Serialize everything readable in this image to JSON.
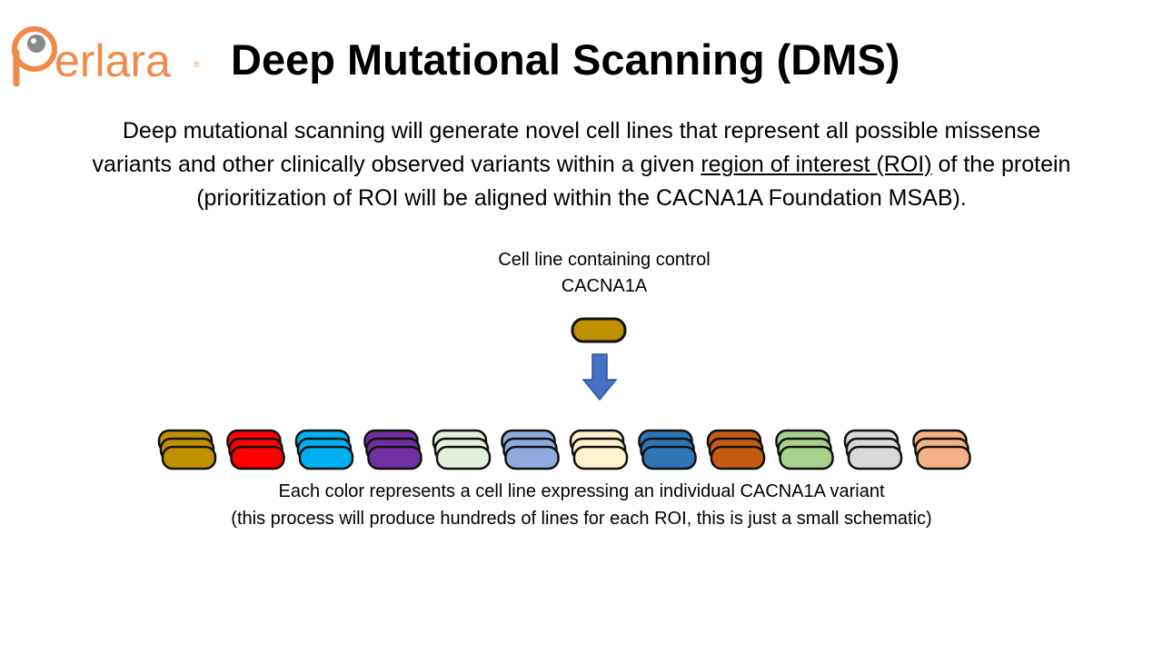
{
  "logo": {
    "text": "erlara",
    "brand_color": "#f08a4b",
    "eye_color": "#8a8a8a"
  },
  "title": "Deep Mutational Scanning (DMS)",
  "intro": {
    "line1": "Deep mutational scanning will generate novel cell lines that represent all possible missense",
    "line2_before": "variants and other clinically observed variants within a given ",
    "line2_link": "region of interest (ROI)",
    "line2_after": " of the protein",
    "line3": "(prioritization of ROI will be aligned within the CACNA1A Foundation MSAB)."
  },
  "control": {
    "label_line1": "Cell line containing control",
    "label_line2": "CACNA1A",
    "color": "#bf9000"
  },
  "arrow_color": "#4472c4",
  "variant_colors": [
    "#bf9000",
    "#ff0000",
    "#00b0f0",
    "#7030a0",
    "#e2efda",
    "#8faadc",
    "#fff2cc",
    "#2e75b6",
    "#c55a11",
    "#a9d18e",
    "#d9d9d9",
    "#f4b183"
  ],
  "caption": {
    "line1": "Each color represents a cell line expressing an individual CACNA1A variant",
    "line2": "(this process will produce hundreds of lines for each ROI, this is just a small schematic)"
  }
}
